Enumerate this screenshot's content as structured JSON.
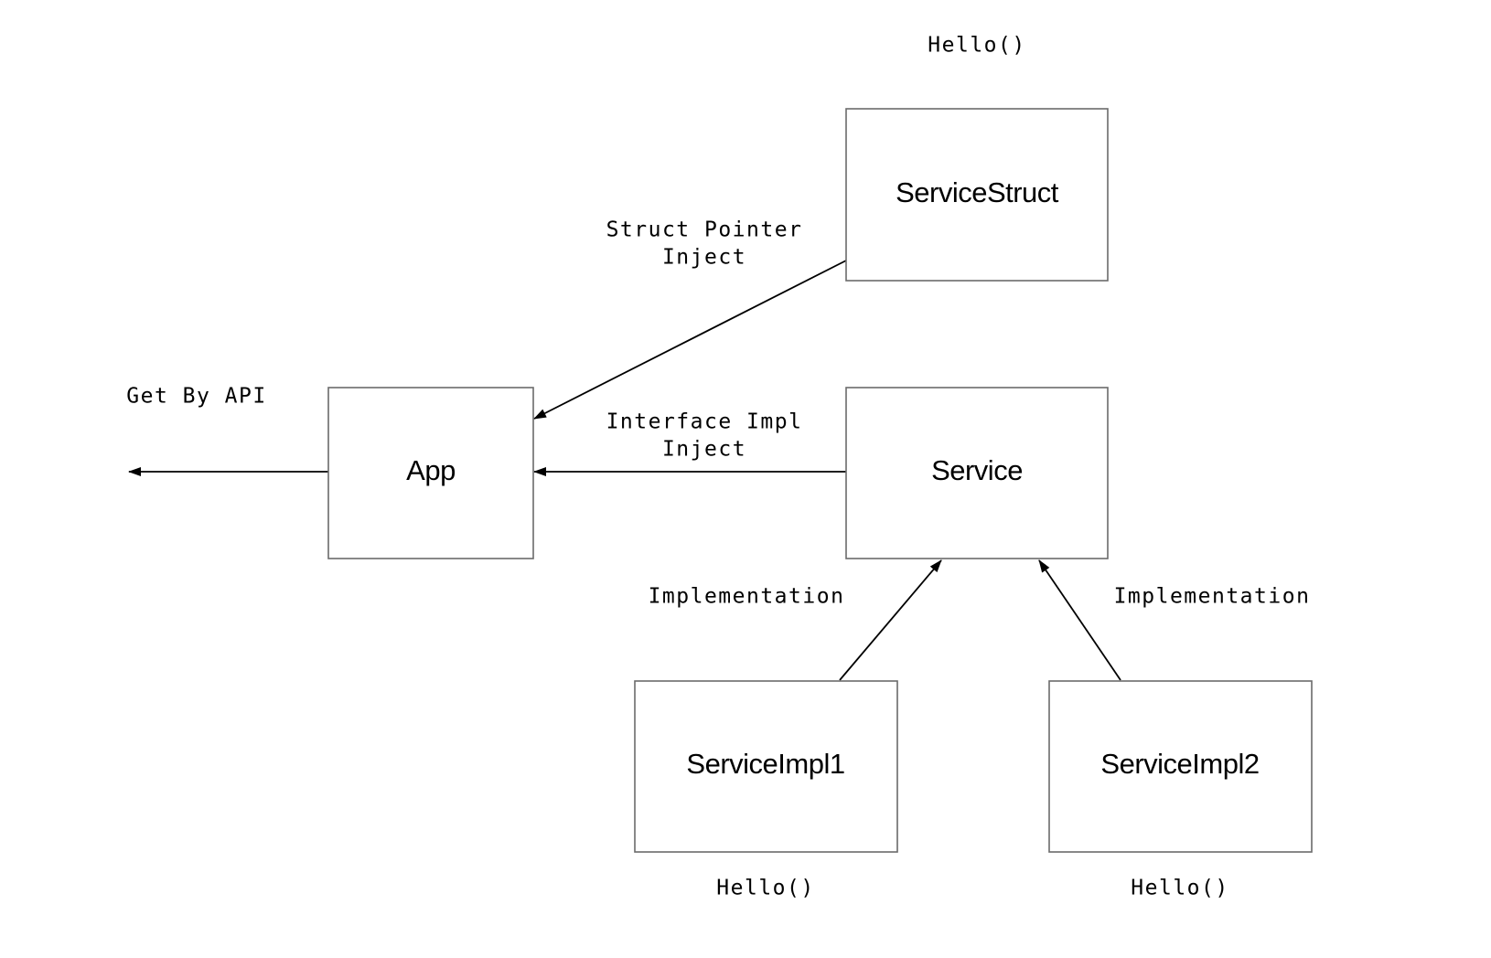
{
  "nodes": {
    "service_struct": {
      "label": "ServiceStruct"
    },
    "app": {
      "label": "App"
    },
    "service": {
      "label": "Service"
    },
    "service_impl1": {
      "label": "ServiceImpl1"
    },
    "service_impl2": {
      "label": "ServiceImpl2"
    }
  },
  "annotations": {
    "struct_hello": "Hello()",
    "impl1_hello": "Hello()",
    "impl2_hello": "Hello()",
    "get_by_api": "Get By API"
  },
  "edges": {
    "struct_pointer_inject": {
      "line1": "Struct Pointer",
      "line2": "Inject"
    },
    "interface_impl_inject": {
      "line1": "Interface Impl",
      "line2": "Inject"
    },
    "impl1_implementation": {
      "label": "Implementation"
    },
    "impl2_implementation": {
      "label": "Implementation"
    }
  }
}
